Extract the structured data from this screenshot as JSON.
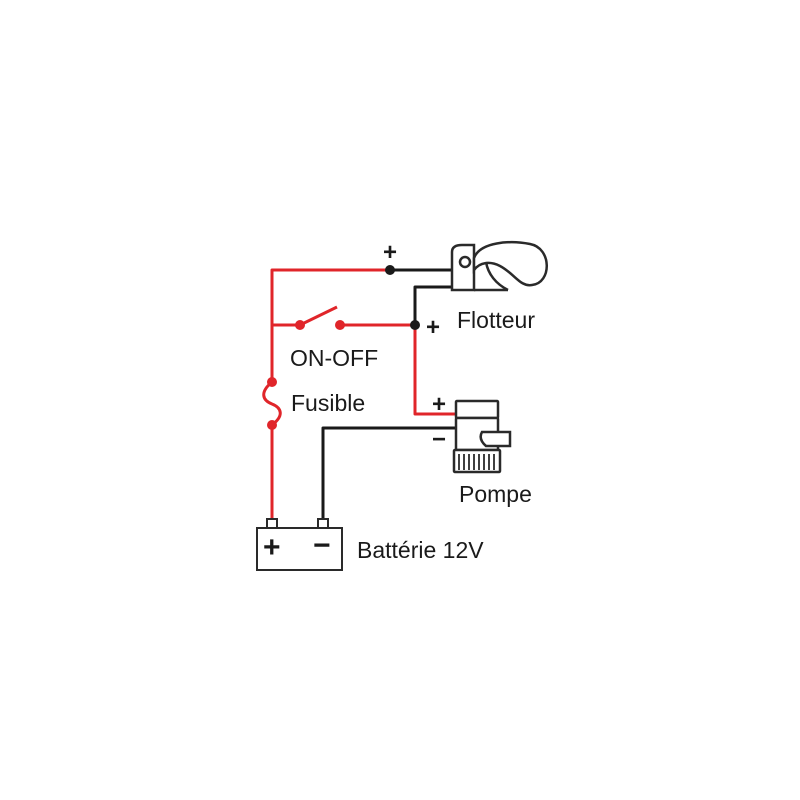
{
  "labels": {
    "float": "Flotteur",
    "switch": "ON-OFF",
    "fuse": "Fusible",
    "pump": "Pompe",
    "battery": "Battérie 12V"
  },
  "signs": {
    "float_top_plus": "+",
    "float_side_plus": "+",
    "pump_plus": "+",
    "pump_minus": "−",
    "battery_plus": "+",
    "battery_minus": "−"
  },
  "colors": {
    "positive_wire": "#e0252a",
    "negative_wire": "#1a1a1a",
    "outline": "#2a2a2a"
  },
  "icons": [
    "float-switch-icon",
    "bilge-pump-icon",
    "battery-icon",
    "fuse-icon",
    "toggle-switch-icon"
  ]
}
